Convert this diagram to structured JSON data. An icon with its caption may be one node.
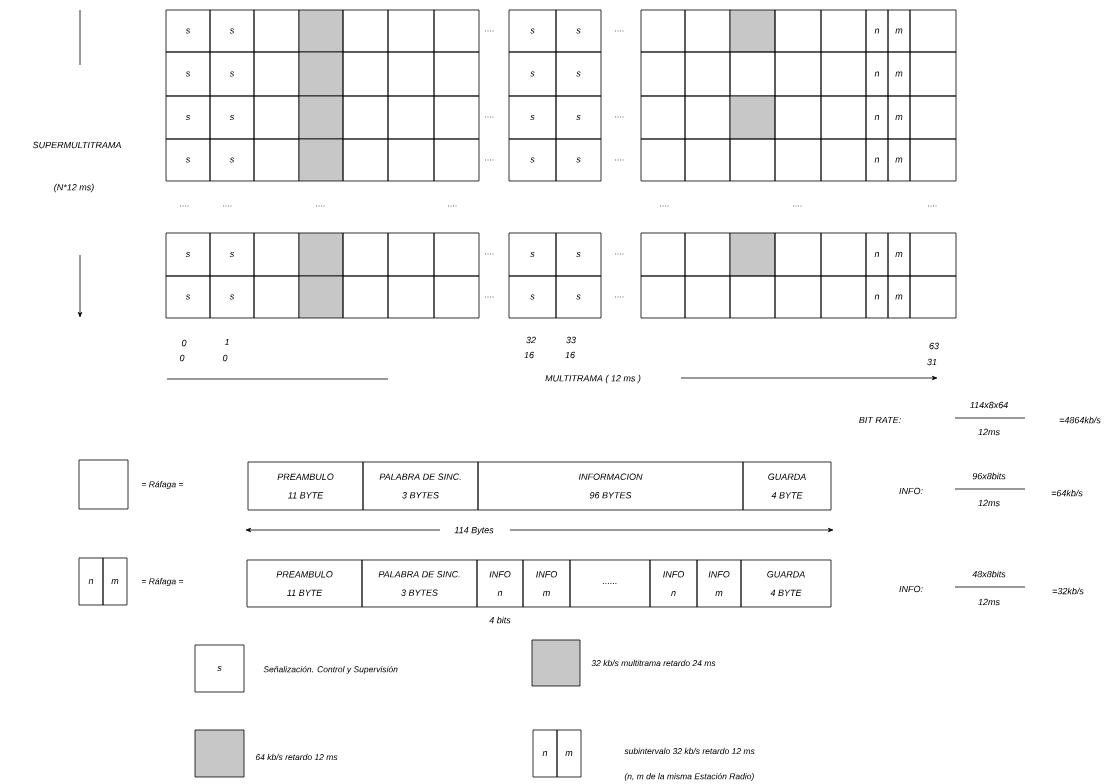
{
  "diagram": {
    "nodes": [
      {
        "text": [
          "s"
        ]
      },
      {
        "text": [
          "s"
        ]
      },
      {
        "text": [],
        "shape": "box"
      },
      {
        "text": [],
        "shape": "box"
      },
      {
        "text": [],
        "shape": "box"
      },
      {
        "text": [],
        "shape": "box"
      },
      {
        "text": [],
        "shape": "box"
      },
      {
        "text": [
          "s"
        ]
      },
      {
        "text": [
          "s"
        ]
      },
      {
        "text": [],
        "shape": "box"
      },
      {
        "text": [],
        "shape": "box"
      },
      {
        "text": [],
        "shape": "box"
      },
      {
        "text": [],
        "shape": "box"
      },
      {
        "text": [],
        "shape": "box"
      },
      {
        "text": [
          "n"
        ]
      },
      {
        "text": [
          "m"
        ]
      },
      {
        "text": [],
        "shape": "box"
      },
      {
        "text": [
          "s"
        ]
      },
      {
        "text": [
          "s"
        ]
      },
      {
        "text": [],
        "shape": "box"
      },
      {
        "text": [],
        "shape": "box"
      },
      {
        "text": [],
        "shape": "box"
      },
      {
        "text": [],
        "shape": "box"
      },
      {
        "text": [],
        "shape": "box"
      },
      {
        "text": [
          "s"
        ]
      },
      {
        "text": [
          "s"
        ]
      },
      {
        "text": [],
        "shape": "box"
      },
      {
        "text": [],
        "shape": "box"
      },
      {
        "text": [],
        "shape": "box"
      },
      {
        "text": [],
        "shape": "box"
      },
      {
        "text": [],
        "shape": "box"
      },
      {
        "text": [
          "n"
        ]
      },
      {
        "text": [
          "m"
        ]
      },
      {
        "text": [],
        "shape": "box"
      },
      {
        "text": [
          "s"
        ]
      },
      {
        "text": [
          "s"
        ]
      },
      {
        "text": [],
        "shape": "box"
      },
      {
        "text": [],
        "shape": "box"
      },
      {
        "text": [],
        "shape": "box"
      },
      {
        "text": [],
        "shape": "box"
      },
      {
        "text": [],
        "shape": "box"
      },
      {
        "text": [
          "s"
        ]
      },
      {
        "text": [
          "s"
        ]
      },
      {
        "text": [],
        "shape": "box"
      },
      {
        "text": [],
        "shape": "box"
      },
      {
        "text": [],
        "shape": "box"
      },
      {
        "text": [],
        "shape": "box"
      },
      {
        "text": [],
        "shape": "box"
      },
      {
        "text": [
          "n"
        ]
      },
      {
        "text": [
          "m"
        ]
      },
      {
        "text": [],
        "shape": "box"
      },
      {
        "text": [
          "s"
        ]
      },
      {
        "text": [
          "s"
        ]
      },
      {
        "text": [],
        "shape": "box"
      },
      {
        "text": [],
        "shape": "box"
      },
      {
        "text": [],
        "shape": "box"
      },
      {
        "text": [],
        "shape": "box"
      },
      {
        "text": [],
        "shape": "box"
      },
      {
        "text": [
          "s"
        ]
      },
      {
        "text": [
          "s"
        ]
      },
      {
        "text": [],
        "shape": "box"
      },
      {
        "text": [],
        "shape": "box"
      },
      {
        "text": [],
        "shape": "box"
      },
      {
        "text": [],
        "shape": "box"
      },
      {
        "text": [],
        "shape": "box"
      },
      {
        "text": [
          "n"
        ]
      },
      {
        "text": [
          "m"
        ]
      },
      {
        "text": [],
        "shape": "box"
      },
      {
        "text": [
          "s"
        ]
      },
      {
        "text": [
          "s"
        ]
      },
      {
        "text": [],
        "shape": "box"
      },
      {
        "text": [],
        "shape": "box"
      },
      {
        "text": [],
        "shape": "box"
      },
      {
        "text": [],
        "shape": "box"
      },
      {
        "text": [],
        "shape": "box"
      },
      {
        "text": [
          "s"
        ]
      },
      {
        "text": [
          "s"
        ]
      },
      {
        "text": [],
        "shape": "box"
      },
      {
        "text": [],
        "shape": "box"
      },
      {
        "text": [],
        "shape": "box"
      },
      {
        "text": [],
        "shape": "box"
      },
      {
        "text": [],
        "shape": "box"
      },
      {
        "text": [
          "n"
        ]
      },
      {
        "text": [
          "m"
        ]
      },
      {
        "text": [],
        "shape": "box"
      },
      {
        "text": [
          "s"
        ]
      },
      {
        "text": [
          "s"
        ]
      },
      {
        "text": [],
        "shape": "box"
      },
      {
        "text": [],
        "shape": "box"
      },
      {
        "text": [],
        "shape": "box"
      },
      {
        "text": [],
        "shape": "box"
      },
      {
        "text": [],
        "shape": "box"
      },
      {
        "text": [
          "s"
        ]
      },
      {
        "text": [
          "s"
        ]
      },
      {
        "text": [],
        "shape": "box"
      },
      {
        "text": [],
        "shape": "box"
      },
      {
        "text": [],
        "shape": "box"
      },
      {
        "text": [],
        "shape": "box"
      },
      {
        "text": [],
        "shape": "box"
      },
      {
        "text": [
          "n"
        ]
      },
      {
        "text": [
          "m"
        ]
      },
      {
        "text": [],
        "shape": "box"
      },
      {
        "text": [],
        "shape": "box",
        "beside": [
          "= Ráfaga ="
        ]
      },
      {
        "text": [
          "PREAMBULO",
          "11 BYTE"
        ]
      },
      {
        "text": [
          "PALABRA DE SINC.",
          "3 BYTES"
        ]
      },
      {
        "text": [
          "INFORMACION",
          "96 BYTES"
        ]
      },
      {
        "text": [
          "GUARDA",
          "4 BYTE"
        ]
      },
      {
        "text": [
          "n"
        ]
      },
      {
        "text": [
          "m"
        ],
        "beside": [
          "= Ráfaga ="
        ]
      },
      {
        "text": [
          "PREAMBULO",
          "11 BYTE"
        ]
      },
      {
        "text": [
          "PALABRA DE SINC.",
          "3 BYTES"
        ]
      },
      {
        "text": [
          "INFO",
          "n"
        ]
      },
      {
        "text": [
          "INFO",
          "m"
        ]
      },
      {
        "text": [
          "......"
        ]
      },
      {
        "text": [
          "INFO",
          "n"
        ]
      },
      {
        "text": [
          "INFO",
          "m"
        ]
      },
      {
        "text": [
          "GUARDA",
          "4 BYTE"
        ]
      },
      {
        "text": [
          "s"
        ],
        "beside": [
          "Señalización. Control y Supervisión"
        ]
      },
      {
        "text": [],
        "shape": "box",
        "beside": [
          "32 kb/s multitrama   retardo 24 ms"
        ]
      },
      {
        "text": [],
        "shape": "box",
        "beside": [
          "64 kb/s   retardo 12 ms"
        ]
      },
      {
        "text": [
          "n"
        ]
      },
      {
        "text": [
          "m"
        ],
        "beside": [
          "subintervalo 32 kb/s   retardo 12 ms",
          "(n, m de la misma Estación Radio)"
        ]
      }
    ],
    "labels": [
      "SUPERMULTITRAMA",
      "(N*12 ms)",
      "0",
      "1",
      "32",
      "33",
      "63",
      "0",
      "0",
      "16",
      "16",
      "31",
      "MULTITRAMA ( 12 ms )",
      "BIT RATE:",
      "114x8x64",
      "12ms",
      "=4864kb/s",
      "INFO:",
      "96x8bits",
      "12ms",
      "=64kb/s",
      "114 Bytes",
      "INFO:",
      "48x8bits",
      "12ms",
      "=32kb/s",
      "4 bits"
    ]
  }
}
